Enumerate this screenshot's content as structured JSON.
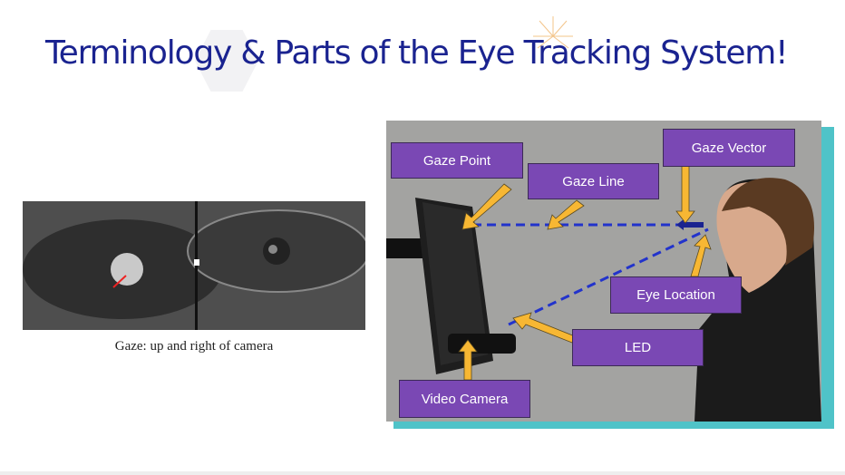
{
  "slide": {
    "title": "Terminology & Parts of the Eye Tracking System!"
  },
  "left_figure": {
    "caption": "Gaze: up and right of camera"
  },
  "diagram": {
    "labels": {
      "gaze_point": "Gaze Point",
      "gaze_line": "Gaze Line",
      "gaze_vector": "Gaze Vector",
      "eye_location": "Eye Location",
      "led": "LED",
      "video_camera": "Video Camera"
    }
  },
  "colors": {
    "title": "#1a2390",
    "label_bg": "#7a48b4",
    "arrow": "#f7b733",
    "dash": "#2233cc",
    "shadow": "#4fc3c8"
  }
}
